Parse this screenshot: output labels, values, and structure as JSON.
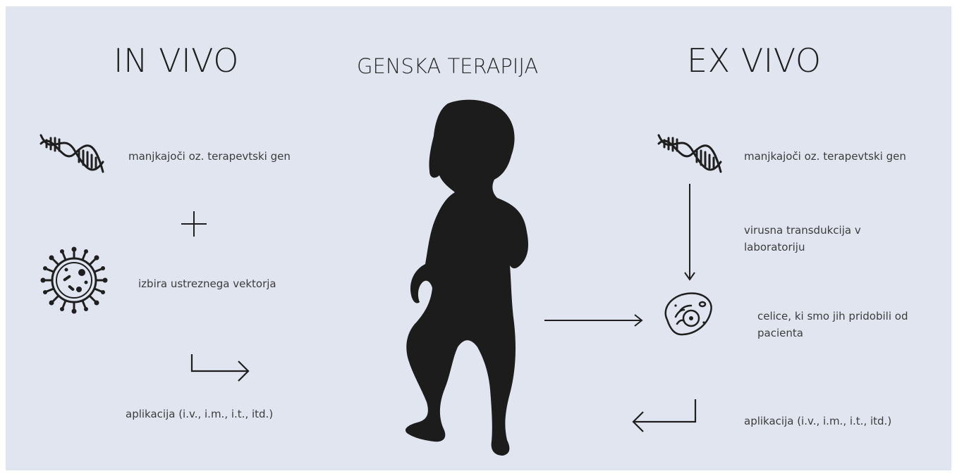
{
  "title": "GENSKA TERAPIJA",
  "in_vivo": {
    "heading": "IN VIVO",
    "gene_label": "manjkajoči oz. terapevtski gen",
    "vector_label": "izbira ustreznega vektorja",
    "application_label": "aplikacija (i.v., i.m., i.t., itd.)"
  },
  "ex_vivo": {
    "heading": "EX VIVO",
    "gene_label": "manjkajoči oz. terapevtski gen",
    "transduction_label": "virusna transdukcija v laboratoriju",
    "cells_label": "celice, ki smo jih pridobili od pacienta",
    "application_label": "aplikacija (i.v., i.m., i.t., itd.)"
  },
  "icons": {
    "dna": "dna-icon",
    "virus": "virus-icon",
    "cell": "cell-icon",
    "plus": "plus-icon",
    "child": "child-silhouette",
    "arrows": [
      "corner-right-arrow",
      "right-arrow",
      "down-arrow",
      "corner-left-arrow"
    ]
  },
  "colors": {
    "background": "#e0e5f0",
    "ink": "#1f1f1f",
    "silhouette": "#1c1c1c"
  }
}
